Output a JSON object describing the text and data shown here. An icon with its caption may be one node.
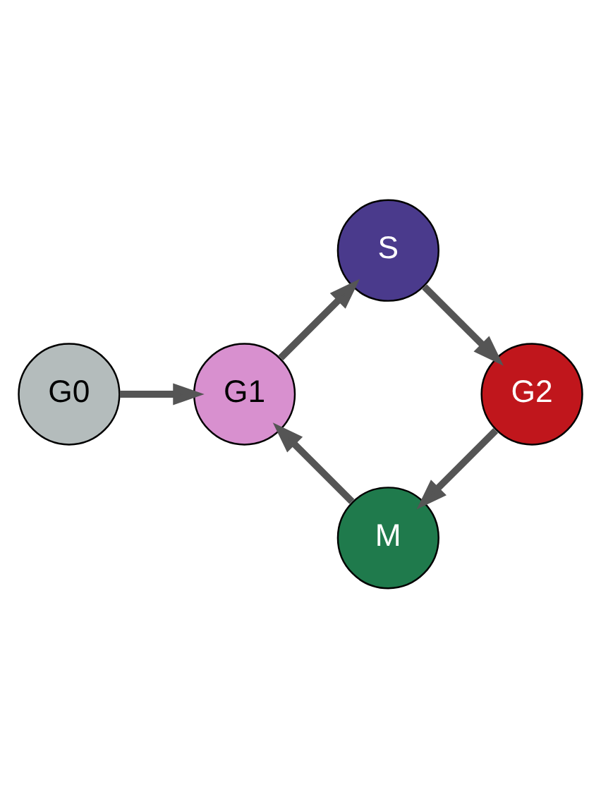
{
  "diagram": {
    "nodes": [
      {
        "text": [
          "G0"
        ]
      },
      {
        "text": [
          "M"
        ]
      },
      {
        "text": [
          "G1"
        ]
      },
      {
        "text": [
          "S"
        ]
      },
      {
        "text": [
          "G2"
        ]
      }
    ],
    "edges": [
      {
        "from": 0,
        "to": 2,
        "arrow": "to"
      },
      {
        "from": 1,
        "to": 2,
        "arrow": "to"
      },
      {
        "from": 2,
        "to": 3,
        "arrow": "to"
      },
      {
        "from": 3,
        "to": 4,
        "arrow": "to"
      },
      {
        "from": 4,
        "to": 1,
        "arrow": "to"
      }
    ]
  }
}
